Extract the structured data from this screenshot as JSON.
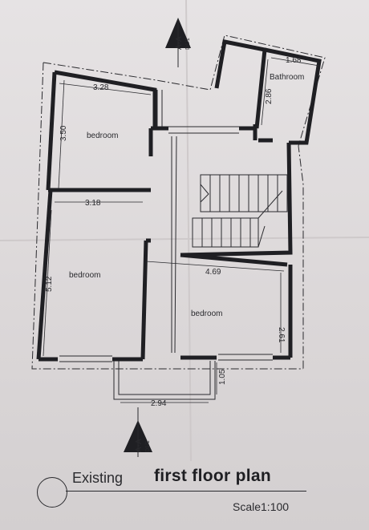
{
  "drawing": {
    "title_prefix": "Existing",
    "title": "first floor plan",
    "scale": "Scale1:100"
  },
  "section_markers": {
    "top": {
      "label": "A-A",
      "ref": "D1/1"
    },
    "bottom": {
      "label": "A-A",
      "ref": "D1/1"
    }
  },
  "rooms": {
    "bedroom_top_left": "bedroom",
    "bedroom_bottom_left": "bedroom",
    "bedroom_right": "bedroom",
    "bathroom": "Bathroom"
  },
  "dimensions": {
    "top_left_width": "3.28",
    "top_left_height": "3.50",
    "mid_left_width": "3.18",
    "bottom_left_height": "5.12",
    "right_bedroom_width": "4.69",
    "right_bedroom_height": "2.61",
    "bathroom_width": "1.68",
    "bathroom_height": "2.86",
    "balcony_width": "2.94",
    "balcony_depth": "1.05"
  }
}
